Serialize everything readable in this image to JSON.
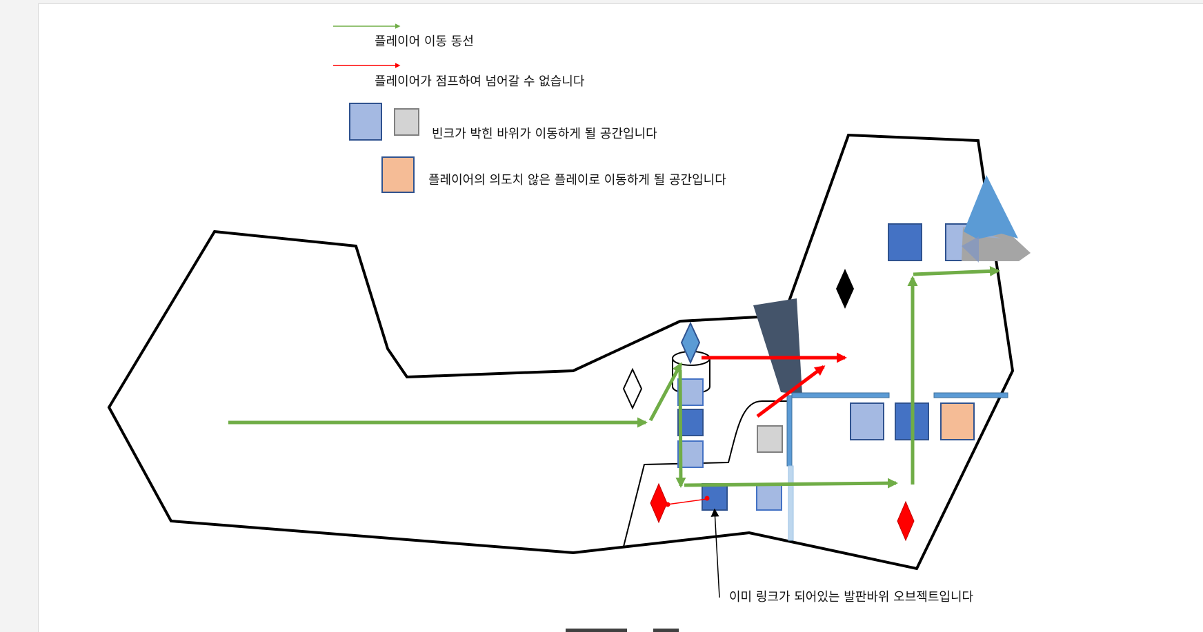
{
  "legend": {
    "player_path": "플레이어 이동 동선",
    "cannot_jump": "플레이어가 점프하여 넘어갈 수 없습니다",
    "vink_rock_space": "빈크가 박힌 바위가 이동하게 될 공간입니다",
    "unintended_space": "플레이어의 의도치 않은 플레이로 이동하게 될 공간입니다"
  },
  "annotations": {
    "linked_plate": "이미 링크가 되어있는 발판바위 오브젝트입니다"
  },
  "colors": {
    "green_path": "#70ad47",
    "red_block": "#ff0000",
    "blue_dark": "#4472c4",
    "blue_light": "#a4b9e2",
    "gray_block": "#d3d3d3",
    "peach_block": "#f5bc96",
    "slate_wall": "#44546a",
    "steel_blue": "#5b9bd5"
  }
}
